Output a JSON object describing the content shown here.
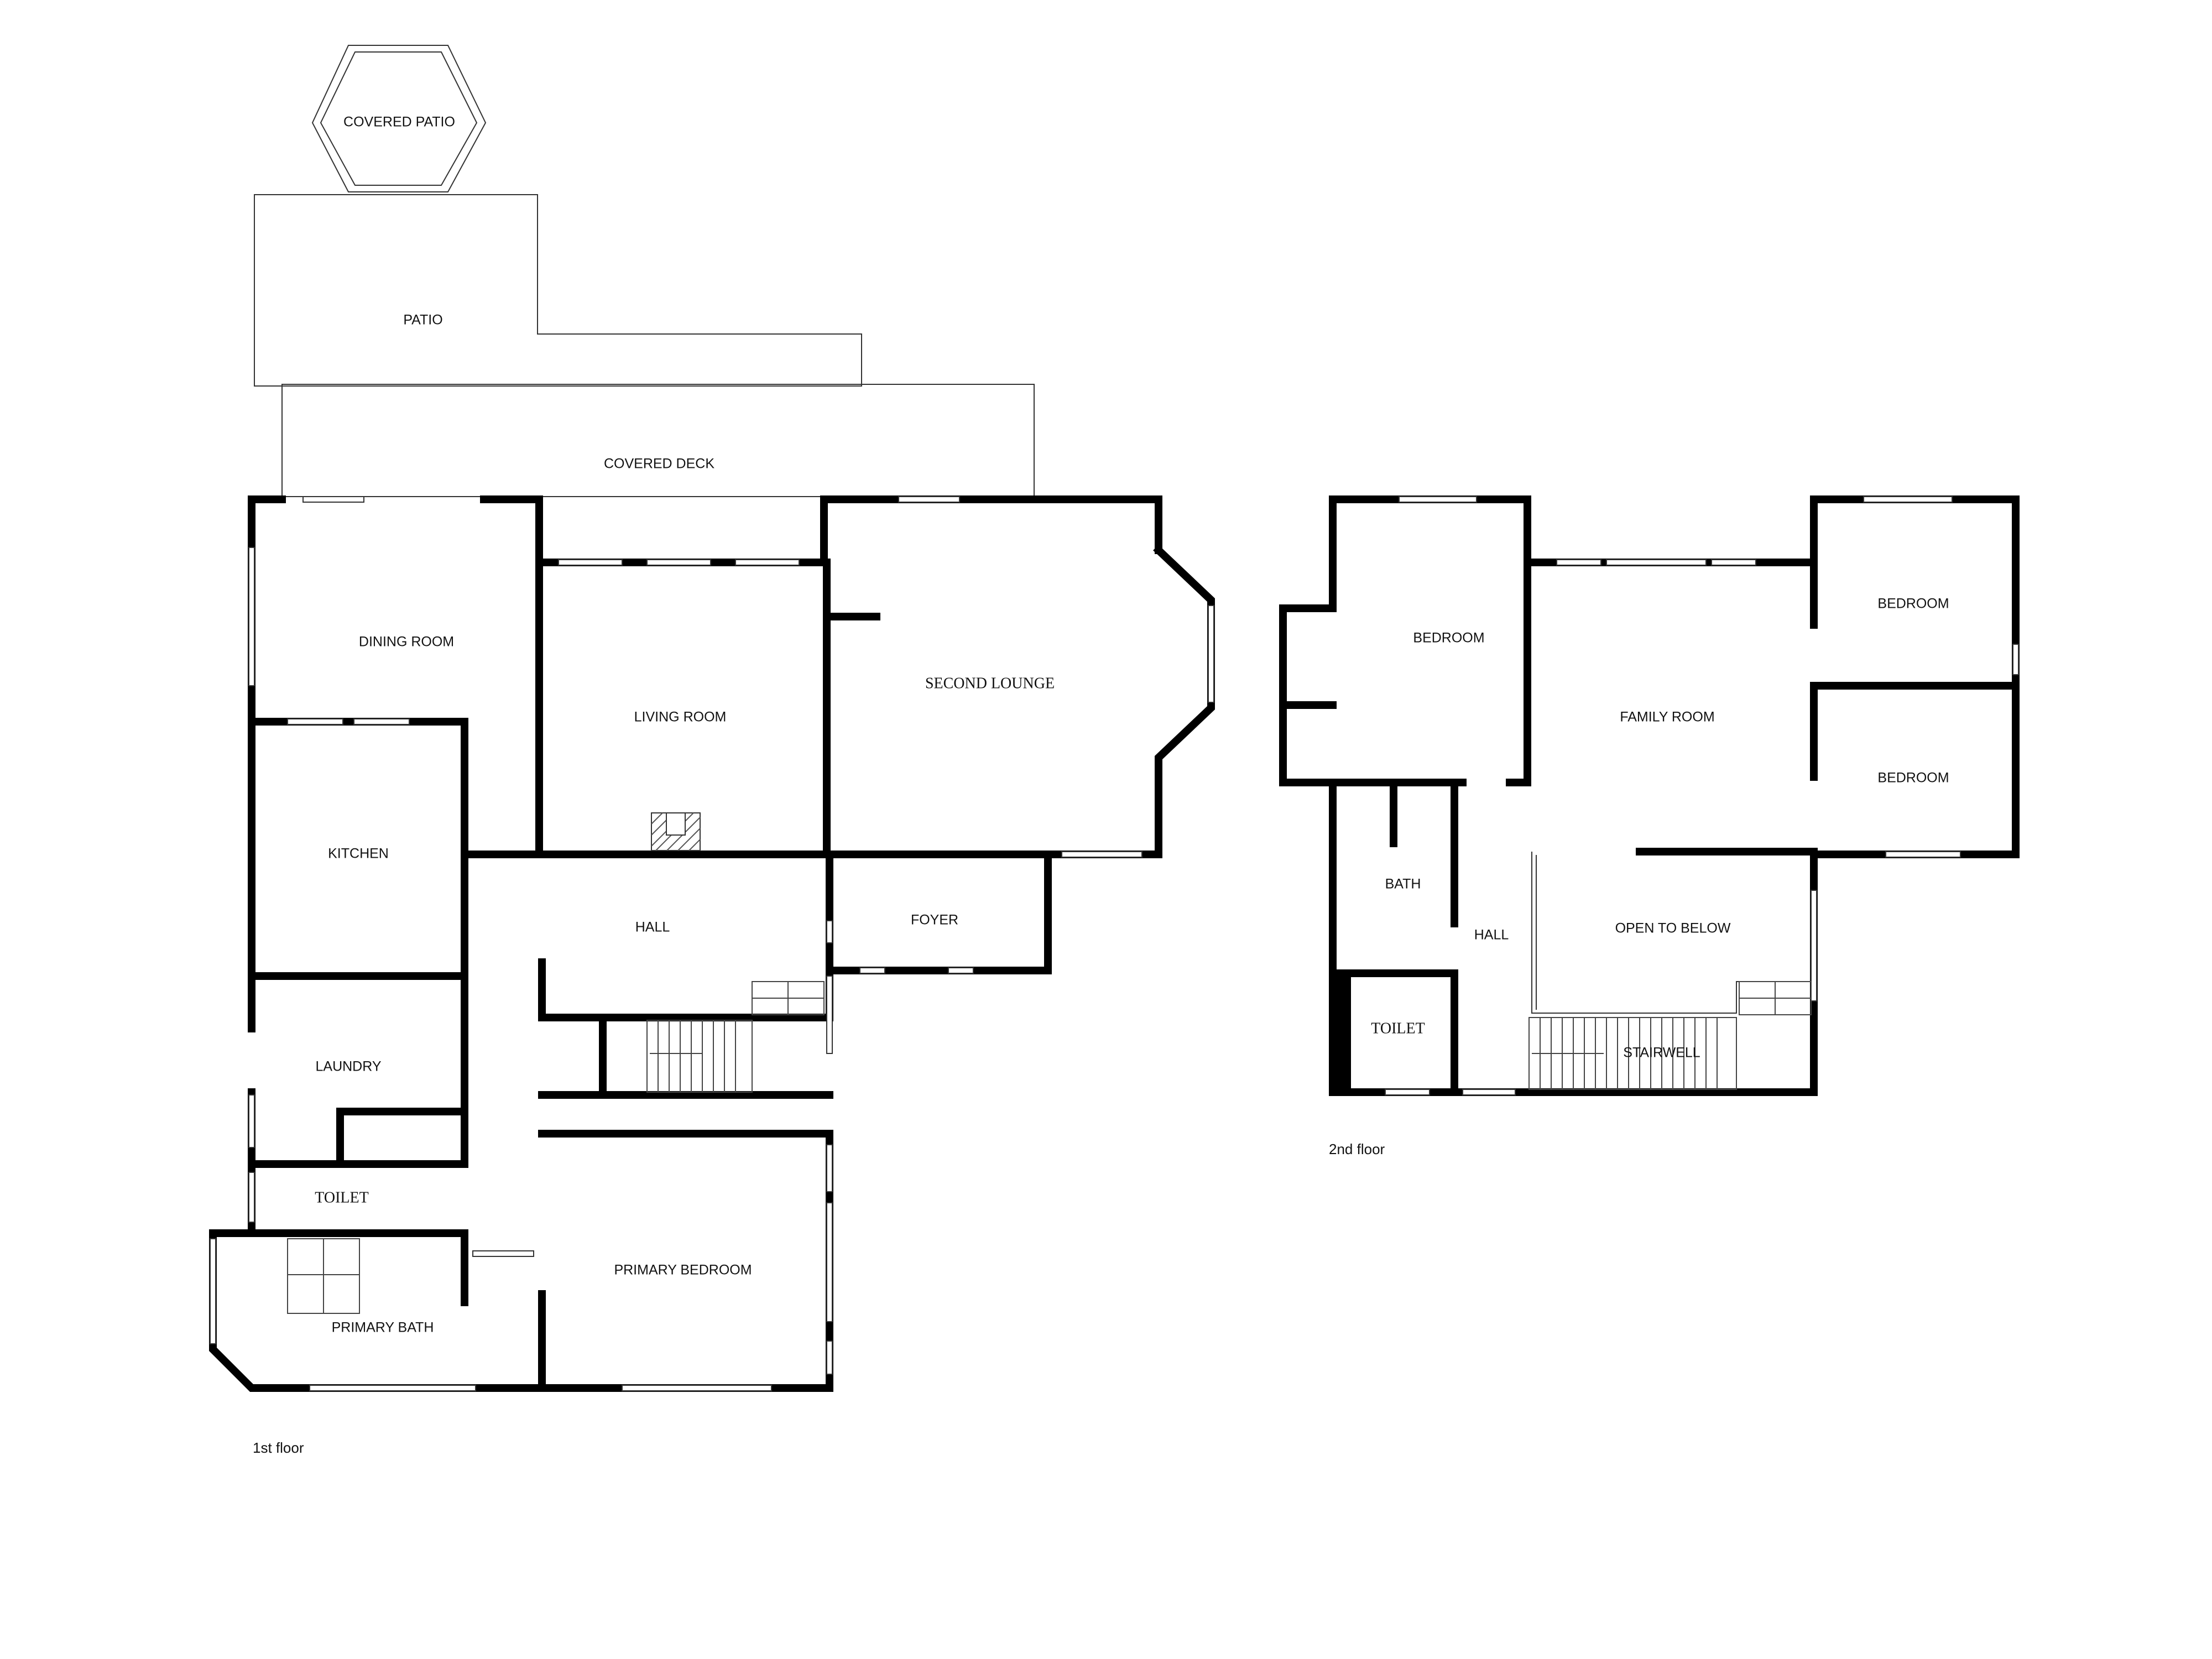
{
  "floors": [
    {
      "name": "1st floor",
      "rooms": [
        {
          "key": "covered-patio",
          "label": "COVERED PATIO"
        },
        {
          "key": "patio",
          "label": "PATIO"
        },
        {
          "key": "covered-deck",
          "label": "COVERED DECK"
        },
        {
          "key": "dining-room",
          "label": "DINING ROOM"
        },
        {
          "key": "living-room",
          "label": "LIVING ROOM"
        },
        {
          "key": "second-lounge",
          "label": "SECOND LOUNGE"
        },
        {
          "key": "kitchen",
          "label": "KITCHEN"
        },
        {
          "key": "hall",
          "label": "HALL"
        },
        {
          "key": "foyer",
          "label": "FOYER"
        },
        {
          "key": "laundry",
          "label": "LAUNDRY"
        },
        {
          "key": "toilet",
          "label": "TOILET"
        },
        {
          "key": "primary-bedroom",
          "label": "PRIMARY BEDROOM"
        },
        {
          "key": "primary-bath",
          "label": "PRIMARY BATH"
        }
      ]
    },
    {
      "name": "2nd floor",
      "rooms": [
        {
          "key": "bedroom-left",
          "label": "BEDROOM"
        },
        {
          "key": "family-room",
          "label": "FAMILY ROOM"
        },
        {
          "key": "bedroom-top-right",
          "label": "BEDROOM"
        },
        {
          "key": "bedroom-right",
          "label": "BEDROOM"
        },
        {
          "key": "bath",
          "label": "BATH"
        },
        {
          "key": "hall",
          "label": "HALL"
        },
        {
          "key": "open-to-below",
          "label": "OPEN TO BELOW"
        },
        {
          "key": "toilet",
          "label": "TOILET"
        },
        {
          "key": "stairwell",
          "label": "STAIRWELL"
        }
      ]
    }
  ],
  "colors": {
    "wall": "#000000",
    "background": "#ffffff",
    "line": "#333333"
  }
}
